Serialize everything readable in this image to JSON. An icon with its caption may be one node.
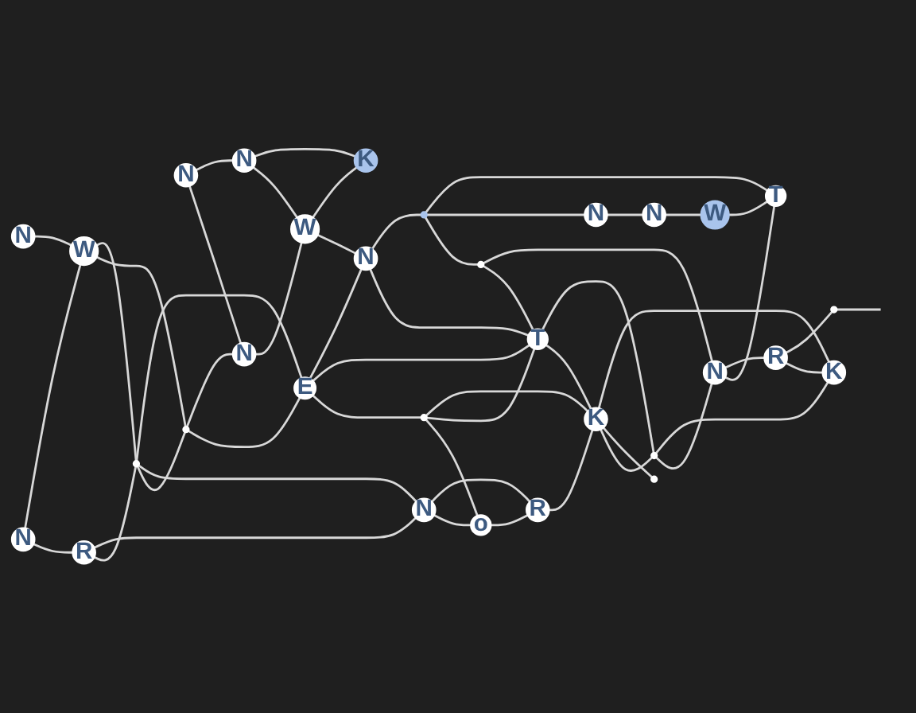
{
  "diagram": {
    "nodes": [
      {
        "text": [
          "N"
        ]
      },
      {
        "text": [
          "N"
        ]
      },
      {
        "text": [
          "R"
        ]
      },
      {
        "text": [
          "W"
        ]
      },
      {
        "text": [],
        "shape": "circle"
      },
      {
        "text": [
          "N"
        ]
      },
      {
        "text": [
          "N"
        ]
      },
      {
        "text": [],
        "shape": "circle"
      },
      {
        "text": [
          "E"
        ]
      },
      {
        "text": [
          "N"
        ]
      },
      {
        "text": [
          "N"
        ]
      },
      {
        "text": [],
        "shape": "circle"
      },
      {
        "text": [
          "o"
        ]
      },
      {
        "text": [
          "R"
        ]
      },
      {
        "text": [
          "W"
        ]
      },
      {
        "text": [
          "N"
        ]
      },
      {
        "text": [
          "T"
        ]
      },
      {
        "text": [
          "K"
        ]
      },
      {
        "text": [
          "K"
        ]
      },
      {
        "text": [],
        "shape": "circle"
      },
      {
        "text": [],
        "shape": "circle"
      },
      {
        "text": [],
        "shape": "circle"
      },
      {
        "text": [],
        "shape": "circle"
      },
      {
        "text": [
          "N"
        ]
      },
      {
        "text": [
          "N"
        ]
      },
      {
        "text": [
          "N"
        ]
      },
      {
        "text": [
          "K"
        ]
      },
      {
        "text": [
          "T"
        ]
      },
      {
        "text": [
          "R"
        ]
      },
      {
        "text": [
          "W"
        ]
      },
      {
        "text": [],
        "shape": "circle"
      }
    ],
    "edges": [
      {
        "from": 0,
        "to": 2,
        "arrow": "none"
      },
      {
        "from": 0,
        "to": 3,
        "arrow": "none"
      },
      {
        "from": 1,
        "to": 3,
        "arrow": "none"
      },
      {
        "from": 3,
        "to": 7,
        "arrow": "none"
      },
      {
        "from": 3,
        "to": 4,
        "arrow": "none"
      },
      {
        "from": 2,
        "to": 4,
        "arrow": "none"
      },
      {
        "from": 2,
        "to": 6,
        "arrow": "none"
      },
      {
        "from": 4,
        "to": 7,
        "arrow": "none"
      },
      {
        "from": 4,
        "to": 6,
        "arrow": "none"
      },
      {
        "from": 4,
        "to": 8,
        "arrow": "none"
      },
      {
        "from": 7,
        "to": 8,
        "arrow": "none"
      },
      {
        "from": 7,
        "to": 9,
        "arrow": "none"
      },
      {
        "from": 5,
        "to": 9,
        "arrow": "none"
      },
      {
        "from": 5,
        "to": 10,
        "arrow": "none"
      },
      {
        "from": 10,
        "to": 14,
        "arrow": "none"
      },
      {
        "from": 10,
        "to": 18,
        "arrow": "none"
      },
      {
        "from": 9,
        "to": 14,
        "arrow": "none"
      },
      {
        "from": 14,
        "to": 15,
        "arrow": "none"
      },
      {
        "from": 14,
        "to": 18,
        "arrow": "none"
      },
      {
        "from": 8,
        "to": 11,
        "arrow": "none"
      },
      {
        "from": 8,
        "to": 16,
        "arrow": "none"
      },
      {
        "from": 8,
        "to": 15,
        "arrow": "none"
      },
      {
        "from": 11,
        "to": 12,
        "arrow": "none"
      },
      {
        "from": 11,
        "to": 16,
        "arrow": "none"
      },
      {
        "from": 11,
        "to": 17,
        "arrow": "none"
      },
      {
        "from": 6,
        "to": 12,
        "arrow": "none"
      },
      {
        "from": 6,
        "to": 13,
        "arrow": "none"
      },
      {
        "from": 12,
        "to": 13,
        "arrow": "none"
      },
      {
        "from": 13,
        "to": 17,
        "arrow": "none"
      },
      {
        "from": 15,
        "to": 16,
        "arrow": "none"
      },
      {
        "from": 15,
        "to": 20,
        "arrow": "none"
      },
      {
        "from": 19,
        "to": 16,
        "arrow": "none"
      },
      {
        "from": 20,
        "to": 19,
        "arrow": "none"
      },
      {
        "from": 20,
        "to": 23,
        "arrow": "none"
      },
      {
        "from": 20,
        "to": 27,
        "arrow": "none"
      },
      {
        "from": 19,
        "to": 24,
        "arrow": "none"
      },
      {
        "from": 16,
        "to": 17,
        "arrow": "none"
      },
      {
        "from": 16,
        "to": 21,
        "arrow": "none"
      },
      {
        "from": 17,
        "to": 21,
        "arrow": "none"
      },
      {
        "from": 17,
        "to": 22,
        "arrow": "none"
      },
      {
        "from": 17,
        "to": 26,
        "arrow": "none"
      },
      {
        "from": 21,
        "to": 24,
        "arrow": "none"
      },
      {
        "from": 21,
        "to": 26,
        "arrow": "none"
      },
      {
        "from": 24,
        "to": 27,
        "arrow": "none"
      },
      {
        "from": 24,
        "to": 28,
        "arrow": "none"
      },
      {
        "from": 28,
        "to": 26,
        "arrow": "none"
      },
      {
        "from": 28,
        "to": 30,
        "arrow": "none"
      },
      {
        "from": 30,
        "to": null,
        "arrow": "none"
      },
      {
        "from": 23,
        "to": 25,
        "arrow": "none"
      },
      {
        "from": 25,
        "to": 29,
        "arrow": "none"
      },
      {
        "from": 29,
        "to": 27,
        "arrow": "none"
      }
    ]
  }
}
